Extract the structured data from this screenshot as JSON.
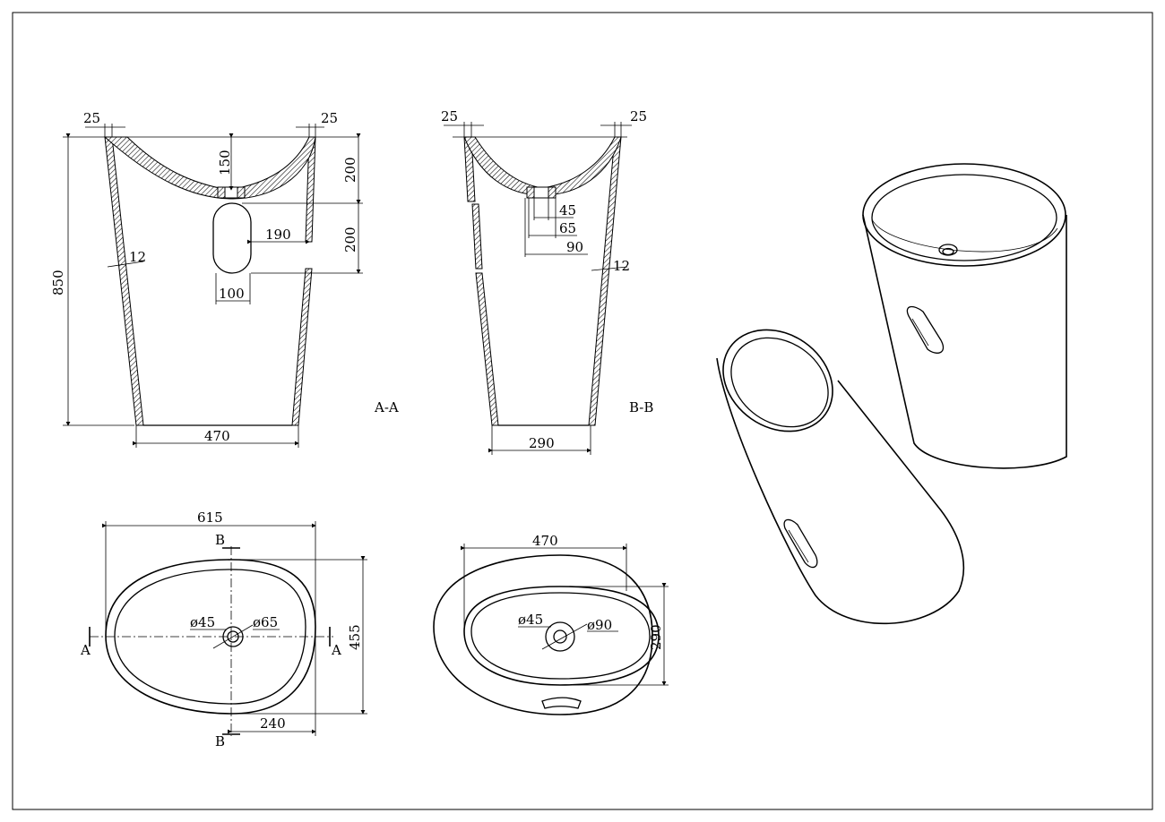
{
  "views": {
    "section_aa": {
      "label": "A-A",
      "dims": {
        "top_wall_left": "25",
        "top_wall_right": "25",
        "bowl_depth": "150",
        "upper_height": "200",
        "lower_height": "200",
        "overflow_offset": "190",
        "height": "850",
        "wall": "12",
        "overflow_width": "100",
        "base_width": "470"
      }
    },
    "section_bb": {
      "label": "B-B",
      "dims": {
        "top_wall_left": "25",
        "top_wall_right": "25",
        "drain_45": "45",
        "drain_65": "65",
        "drain_90": "90",
        "wall": "12",
        "base_width": "290"
      }
    },
    "top_view": {
      "width": "615",
      "depth": "455",
      "offset": "240",
      "drain_inner": "ø45",
      "drain_outer": "ø65",
      "section_a": "A",
      "section_b": "B"
    },
    "bottom_view": {
      "width": "470",
      "depth": "290",
      "drain_inner": "ø45",
      "drain_outer": "ø90"
    }
  }
}
